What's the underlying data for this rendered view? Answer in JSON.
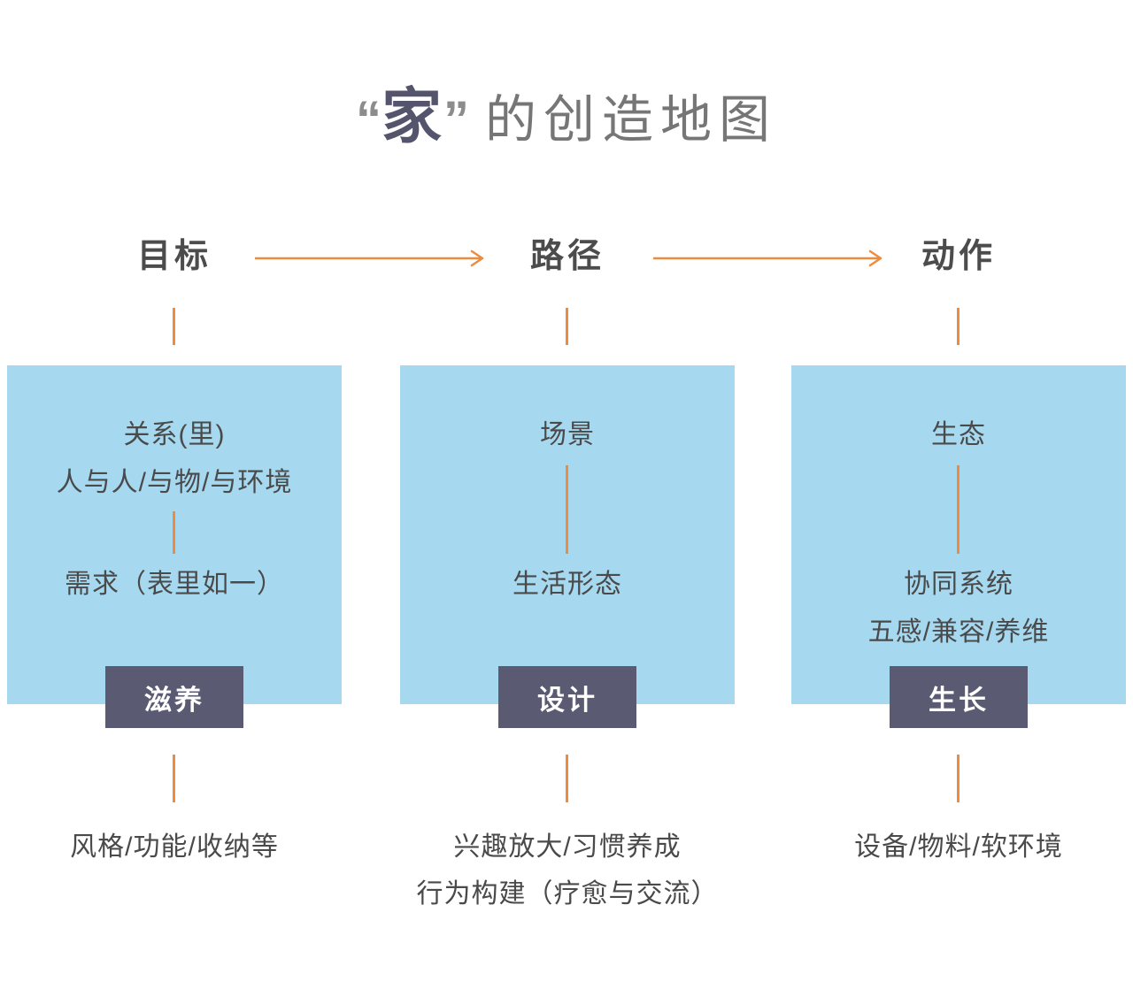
{
  "title": {
    "quote_open": "“",
    "emphasis": "家",
    "quote_close": "”",
    "rest": "的创造地图"
  },
  "colors": {
    "accent_orange": "#ED8C3F",
    "box_blue": "#A6D9F0",
    "badge_slate": "#5A5A72",
    "title_emphasis": "#54546C",
    "text_gray": "#4A4A4A"
  },
  "columns": [
    {
      "header": "目标",
      "box_lines_top": [
        "关系(里)",
        "人与人/与物/与环境"
      ],
      "box_lines_bottom": [
        "需求（表里如一）"
      ],
      "badge": "滋养",
      "footer_lines": [
        "风格/功能/收纳等"
      ]
    },
    {
      "header": "路径",
      "box_lines_top": [
        "场景"
      ],
      "box_lines_bottom": [
        "生活形态"
      ],
      "badge": "设计",
      "footer_lines": [
        "兴趣放大/习惯养成",
        "行为构建（疗愈与交流）"
      ]
    },
    {
      "header": "动作",
      "box_lines_top": [
        "生态"
      ],
      "box_lines_bottom": [
        "协同系统",
        "五感/兼容/养维"
      ],
      "badge": "生长",
      "footer_lines": [
        "设备/物料/软环境"
      ]
    }
  ]
}
